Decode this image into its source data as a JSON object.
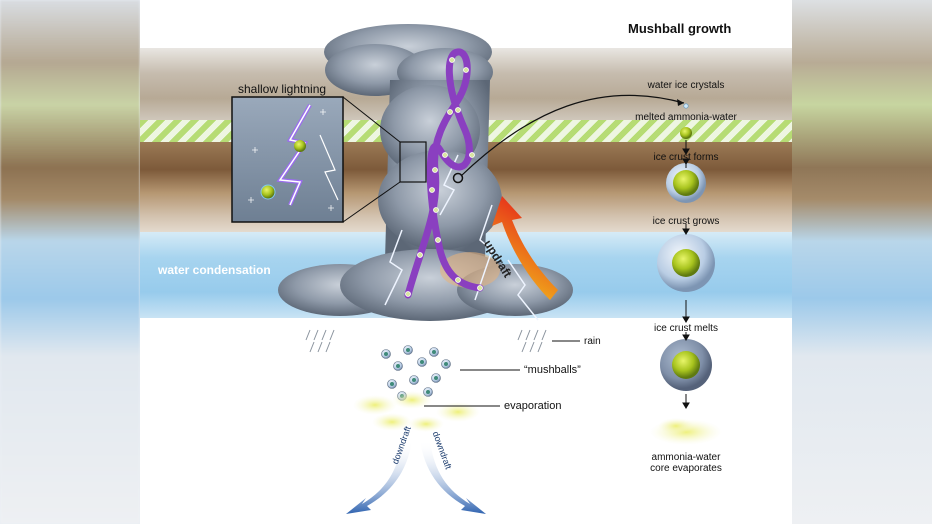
{
  "diagram": {
    "title": "Mushball growth",
    "inset_label": "shallow lightning",
    "layer_label": "water condensation",
    "updraft_label": "updraft",
    "downdraft_left": "downdraft",
    "downdraft_right": "downdraft",
    "callouts": {
      "rain": "rain",
      "mushballs": "“mushballs”",
      "evaporation": "evaporation"
    },
    "steps": [
      "water ice crystals",
      "melted ammonia-water",
      "ice crust forms",
      "ice crust grows",
      "ice crust melts",
      "ammonia-water",
      "core evaporates"
    ],
    "colors": {
      "updraft_path": "#8a3fc0",
      "updraft_arrow_start": "#f4d21b",
      "updraft_arrow_end": "#e62a1a",
      "lightning": "#9b6cf0",
      "ammonia_core": "#a8c41e",
      "ice_crust": "#b9cde4",
      "water_layer": "#9ccbec",
      "ammonia_layer_stripe": "#b6dc74",
      "downdraft_arrow": "#2f63b0"
    }
  }
}
